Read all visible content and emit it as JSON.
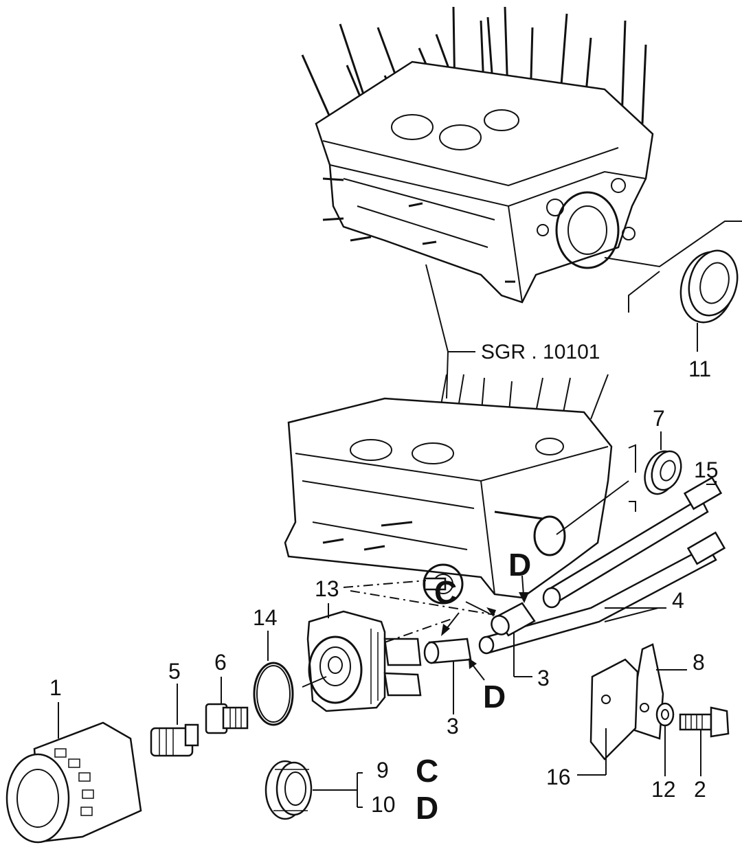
{
  "reference": "SGR . 10101",
  "callouts": {
    "c1": "1",
    "c2": "2",
    "c3a": "3",
    "c3b": "3",
    "c4": "4",
    "c5": "5",
    "c6": "6",
    "c7": "7",
    "c8": "8",
    "c9": "9",
    "c10": "10",
    "c11": "11",
    "c12": "12",
    "c13": "13",
    "c14": "14",
    "c15": "15",
    "c16": "16"
  },
  "letters": {
    "c_top": "C",
    "d_top": "D",
    "d_mid": "D",
    "c_legend": "C",
    "d_legend": "D"
  }
}
